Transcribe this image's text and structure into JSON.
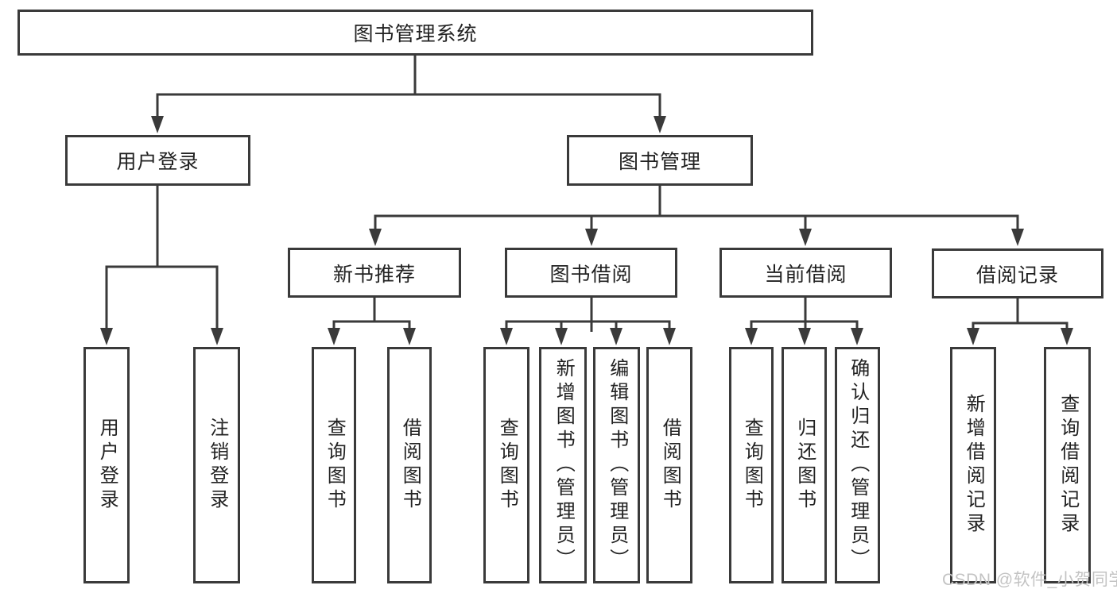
{
  "title": "图书管理系统",
  "colors": {
    "line": "#3a3a3a",
    "box_border": "#3a3a3a",
    "box_background": "#ffffff",
    "text": "#222222",
    "watermark": "#c3c3c3"
  },
  "nodes": {
    "root": "图书管理系统",
    "user_login": "用户登录",
    "book_mgmt": "图书管理",
    "new_book_rec": "新书推荐",
    "book_borrow": "图书借阅",
    "current_borrow": "当前借阅",
    "borrow_records": "借阅记录",
    "leaf_user_login": "用户登录",
    "leaf_logout": "注销登录",
    "leaf_query_book_1": "查询图书",
    "leaf_borrow_book_1": "借阅图书",
    "leaf_query_book_2": "查询图书",
    "leaf_add_book": "新增图书（管理员）",
    "leaf_edit_book": "编辑图书（管理员）",
    "leaf_borrow_book_2": "借阅图书",
    "leaf_query_book_3": "查询图书",
    "leaf_return_book": "归还图书",
    "leaf_confirm_return": "确认归还（管理员）",
    "leaf_add_borrow_record": "新增借阅记录",
    "leaf_query_borrow_record": "查询借阅记录"
  },
  "hierarchy": {
    "图书管理系统": {
      "用户登录": [
        "用户登录",
        "注销登录"
      ],
      "图书管理": {
        "新书推荐": [
          "查询图书",
          "借阅图书"
        ],
        "图书借阅": [
          "查询图书",
          "新增图书（管理员）",
          "编辑图书（管理员）",
          "借阅图书"
        ],
        "当前借阅": [
          "查询图书",
          "归还图书",
          "确认归还（管理员）"
        ],
        "借阅记录": [
          "新增借阅记录",
          "查询借阅记录"
        ]
      }
    }
  },
  "watermark": "CSDN @软件_小贺同学"
}
